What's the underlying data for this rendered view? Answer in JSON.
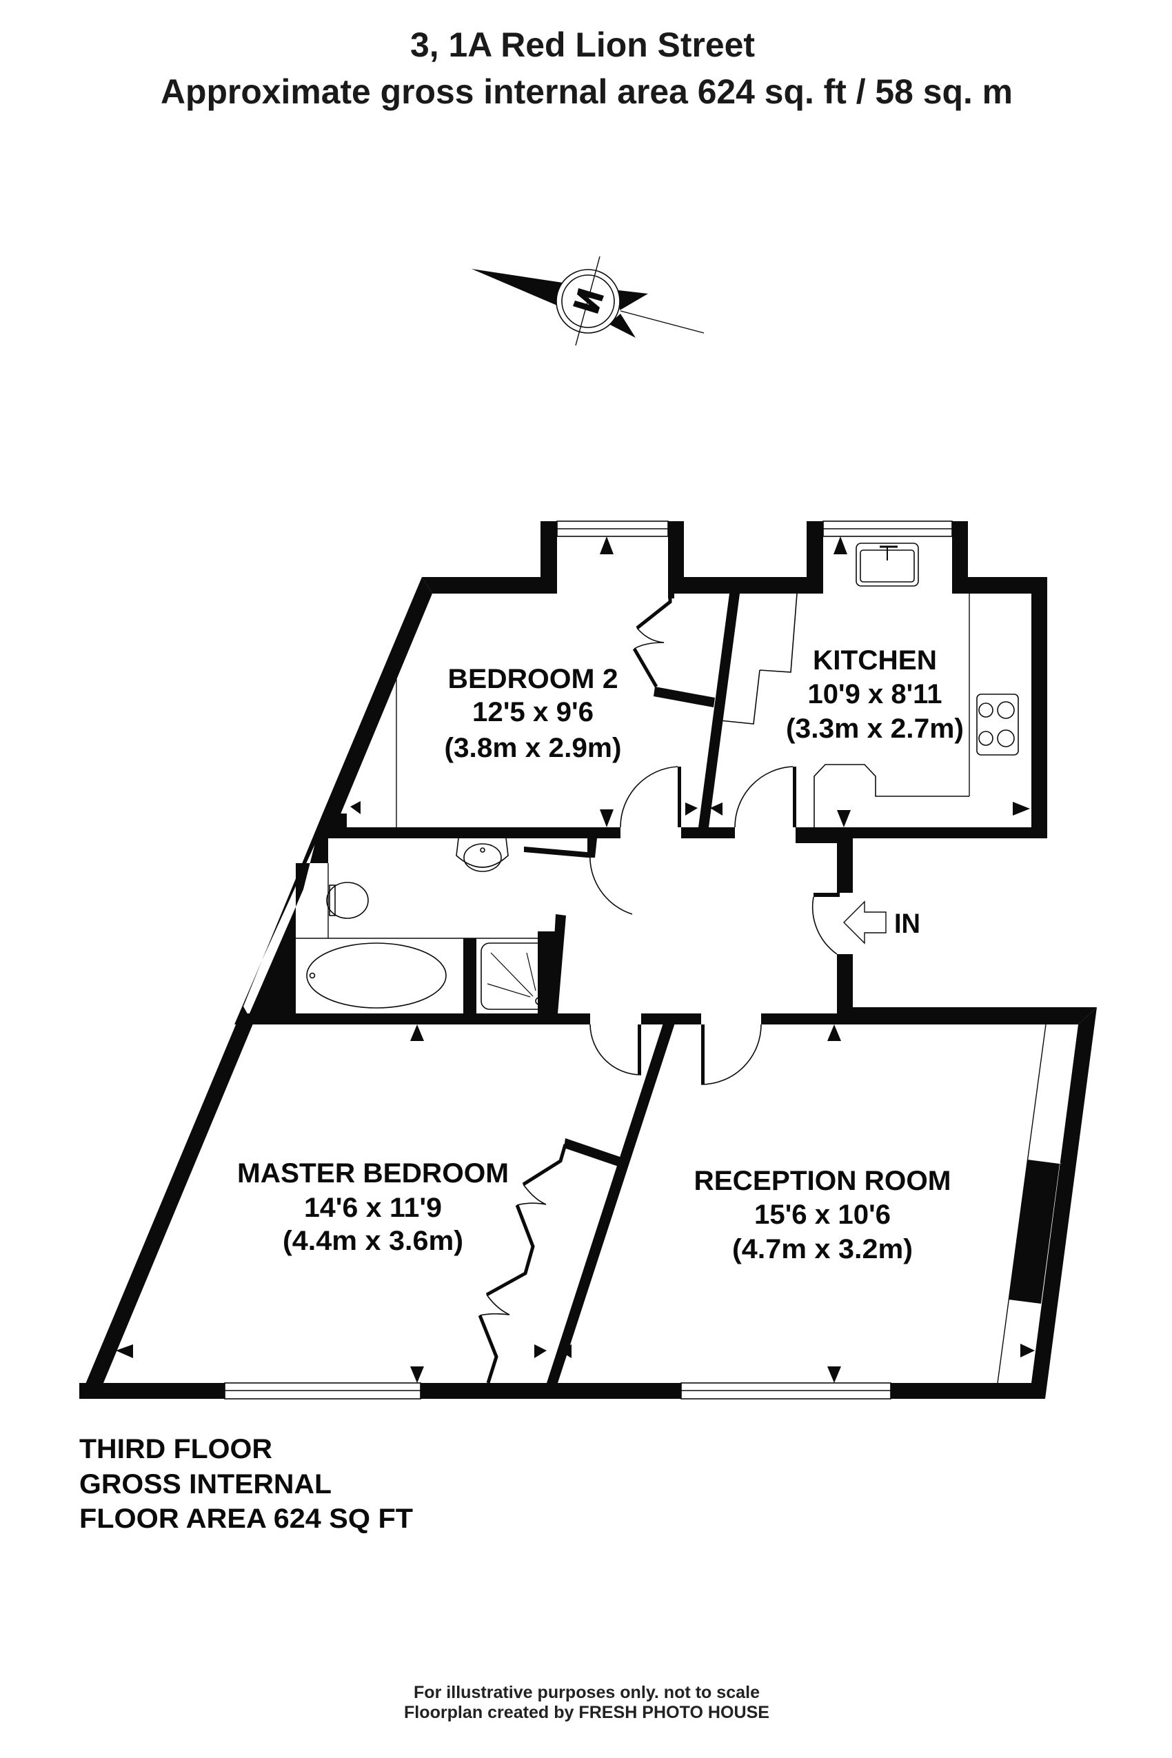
{
  "header": {
    "address": "3, 1A Red Lion Street",
    "area_summary": "Approximate gross internal area 624 sq. ft / 58 sq. m"
  },
  "compass": {
    "icon": "north-compass-icon",
    "letter": "N"
  },
  "rooms": {
    "bedroom2": {
      "name": "BEDROOM 2",
      "imperial": "12'5 x 9'6",
      "metric": "(3.8m x 2.9m)"
    },
    "kitchen": {
      "name": "KITCHEN",
      "imperial": "10'9 x 8'11",
      "metric": "(3.3m x 2.7m)"
    },
    "master": {
      "name": "MASTER BEDROOM",
      "imperial": "14'6 x 11'9",
      "metric": "(4.4m x 3.6m)"
    },
    "reception": {
      "name": "RECEPTION ROOM",
      "imperial": "15'6 x 10'6",
      "metric": "(4.7m x 3.2m)"
    }
  },
  "entrance": {
    "label": "IN",
    "icon": "entrance-arrow-icon"
  },
  "floor_info": {
    "line1": "THIRD FLOOR",
    "line2": "GROSS INTERNAL",
    "line3": "FLOOR AREA 624 SQ FT"
  },
  "footer": {
    "disclaimer": "For illustrative purposes only. not to scale",
    "credit": "Floorplan created by FRESH PHOTO HOUSE"
  },
  "colors": {
    "ink": "#0b0b0b",
    "background": "#ffffff"
  }
}
